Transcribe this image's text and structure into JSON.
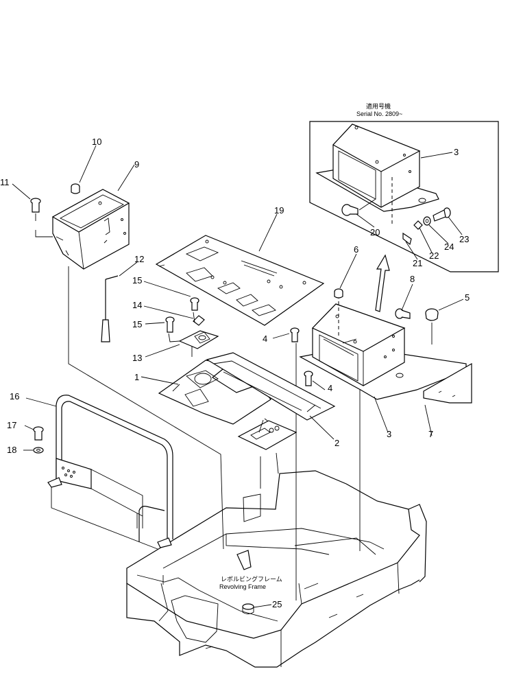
{
  "drawing": {
    "serial_note_jp": "適用号機",
    "serial_note_en": "Serial  No.  2809~",
    "frame_label_jp": "レボルビングフレーム",
    "frame_label_en": "Revolving  Frame",
    "callouts": {
      "c1": "1",
      "c2": "2",
      "c3a": "3",
      "c3b": "3",
      "c4a": "4",
      "c4b": "4",
      "c5": "5",
      "c6": "6",
      "c7": "7",
      "c8": "8",
      "c9": "9",
      "c10": "10",
      "c11": "11",
      "c12": "12",
      "c13": "13",
      "c14": "14",
      "c15a": "15",
      "c15b": "15",
      "c16": "16",
      "c17": "17",
      "c18": "18",
      "c19": "19",
      "c20": "20",
      "c21": "21",
      "c22": "22",
      "c23": "23",
      "c24": "24",
      "c25": "25"
    }
  }
}
